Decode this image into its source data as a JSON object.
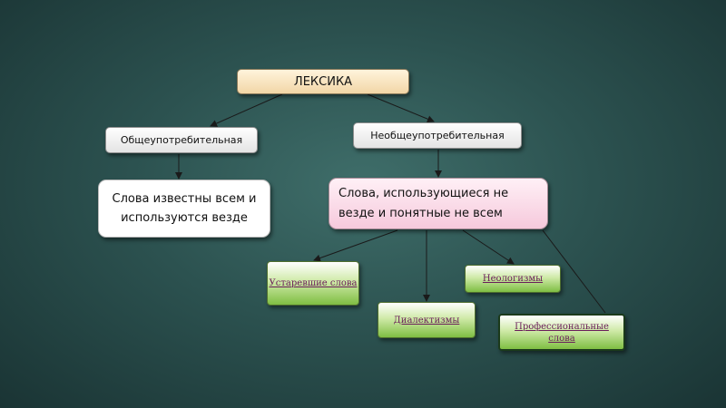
{
  "diagram": {
    "nodes": {
      "lexicon": "ЛЕКСИКА",
      "common": "Общеупотребительная",
      "uncommon": "Необщеупотребительная",
      "common_desc": "Слова известны всем и используются везде",
      "uncommon_desc": "Слова, использующиеся не везде и понятные не всем",
      "archaic": "Устаревшие слова",
      "neologisms": "Неологизмы",
      "dialectisms": "Диалектизмы",
      "professional": "Профессиональные слова"
    },
    "edges": [
      {
        "from": "lexicon",
        "to": "common",
        "arrow": true
      },
      {
        "from": "lexicon",
        "to": "uncommon",
        "arrow": true
      },
      {
        "from": "common",
        "to": "common_desc",
        "arrow": true
      },
      {
        "from": "uncommon",
        "to": "uncommon_desc",
        "arrow": true
      },
      {
        "from": "uncommon_desc",
        "to": "archaic",
        "arrow": true
      },
      {
        "from": "uncommon_desc",
        "to": "dialectisms",
        "arrow": true
      },
      {
        "from": "uncommon_desc",
        "to": "neologisms",
        "arrow": true
      },
      {
        "from": "uncommon_desc",
        "to": "professional",
        "arrow": false
      }
    ],
    "colors": {
      "background": "#2c5250",
      "top_node": "#f2d6a6",
      "category_node": "#e4e4e4",
      "description_common": "#ffffff",
      "description_uncommon": "#f6c9dc",
      "leaf_node": "#7fbe43",
      "leaf_text": "#6a1d5a",
      "connector": "#1a1a1a"
    }
  }
}
